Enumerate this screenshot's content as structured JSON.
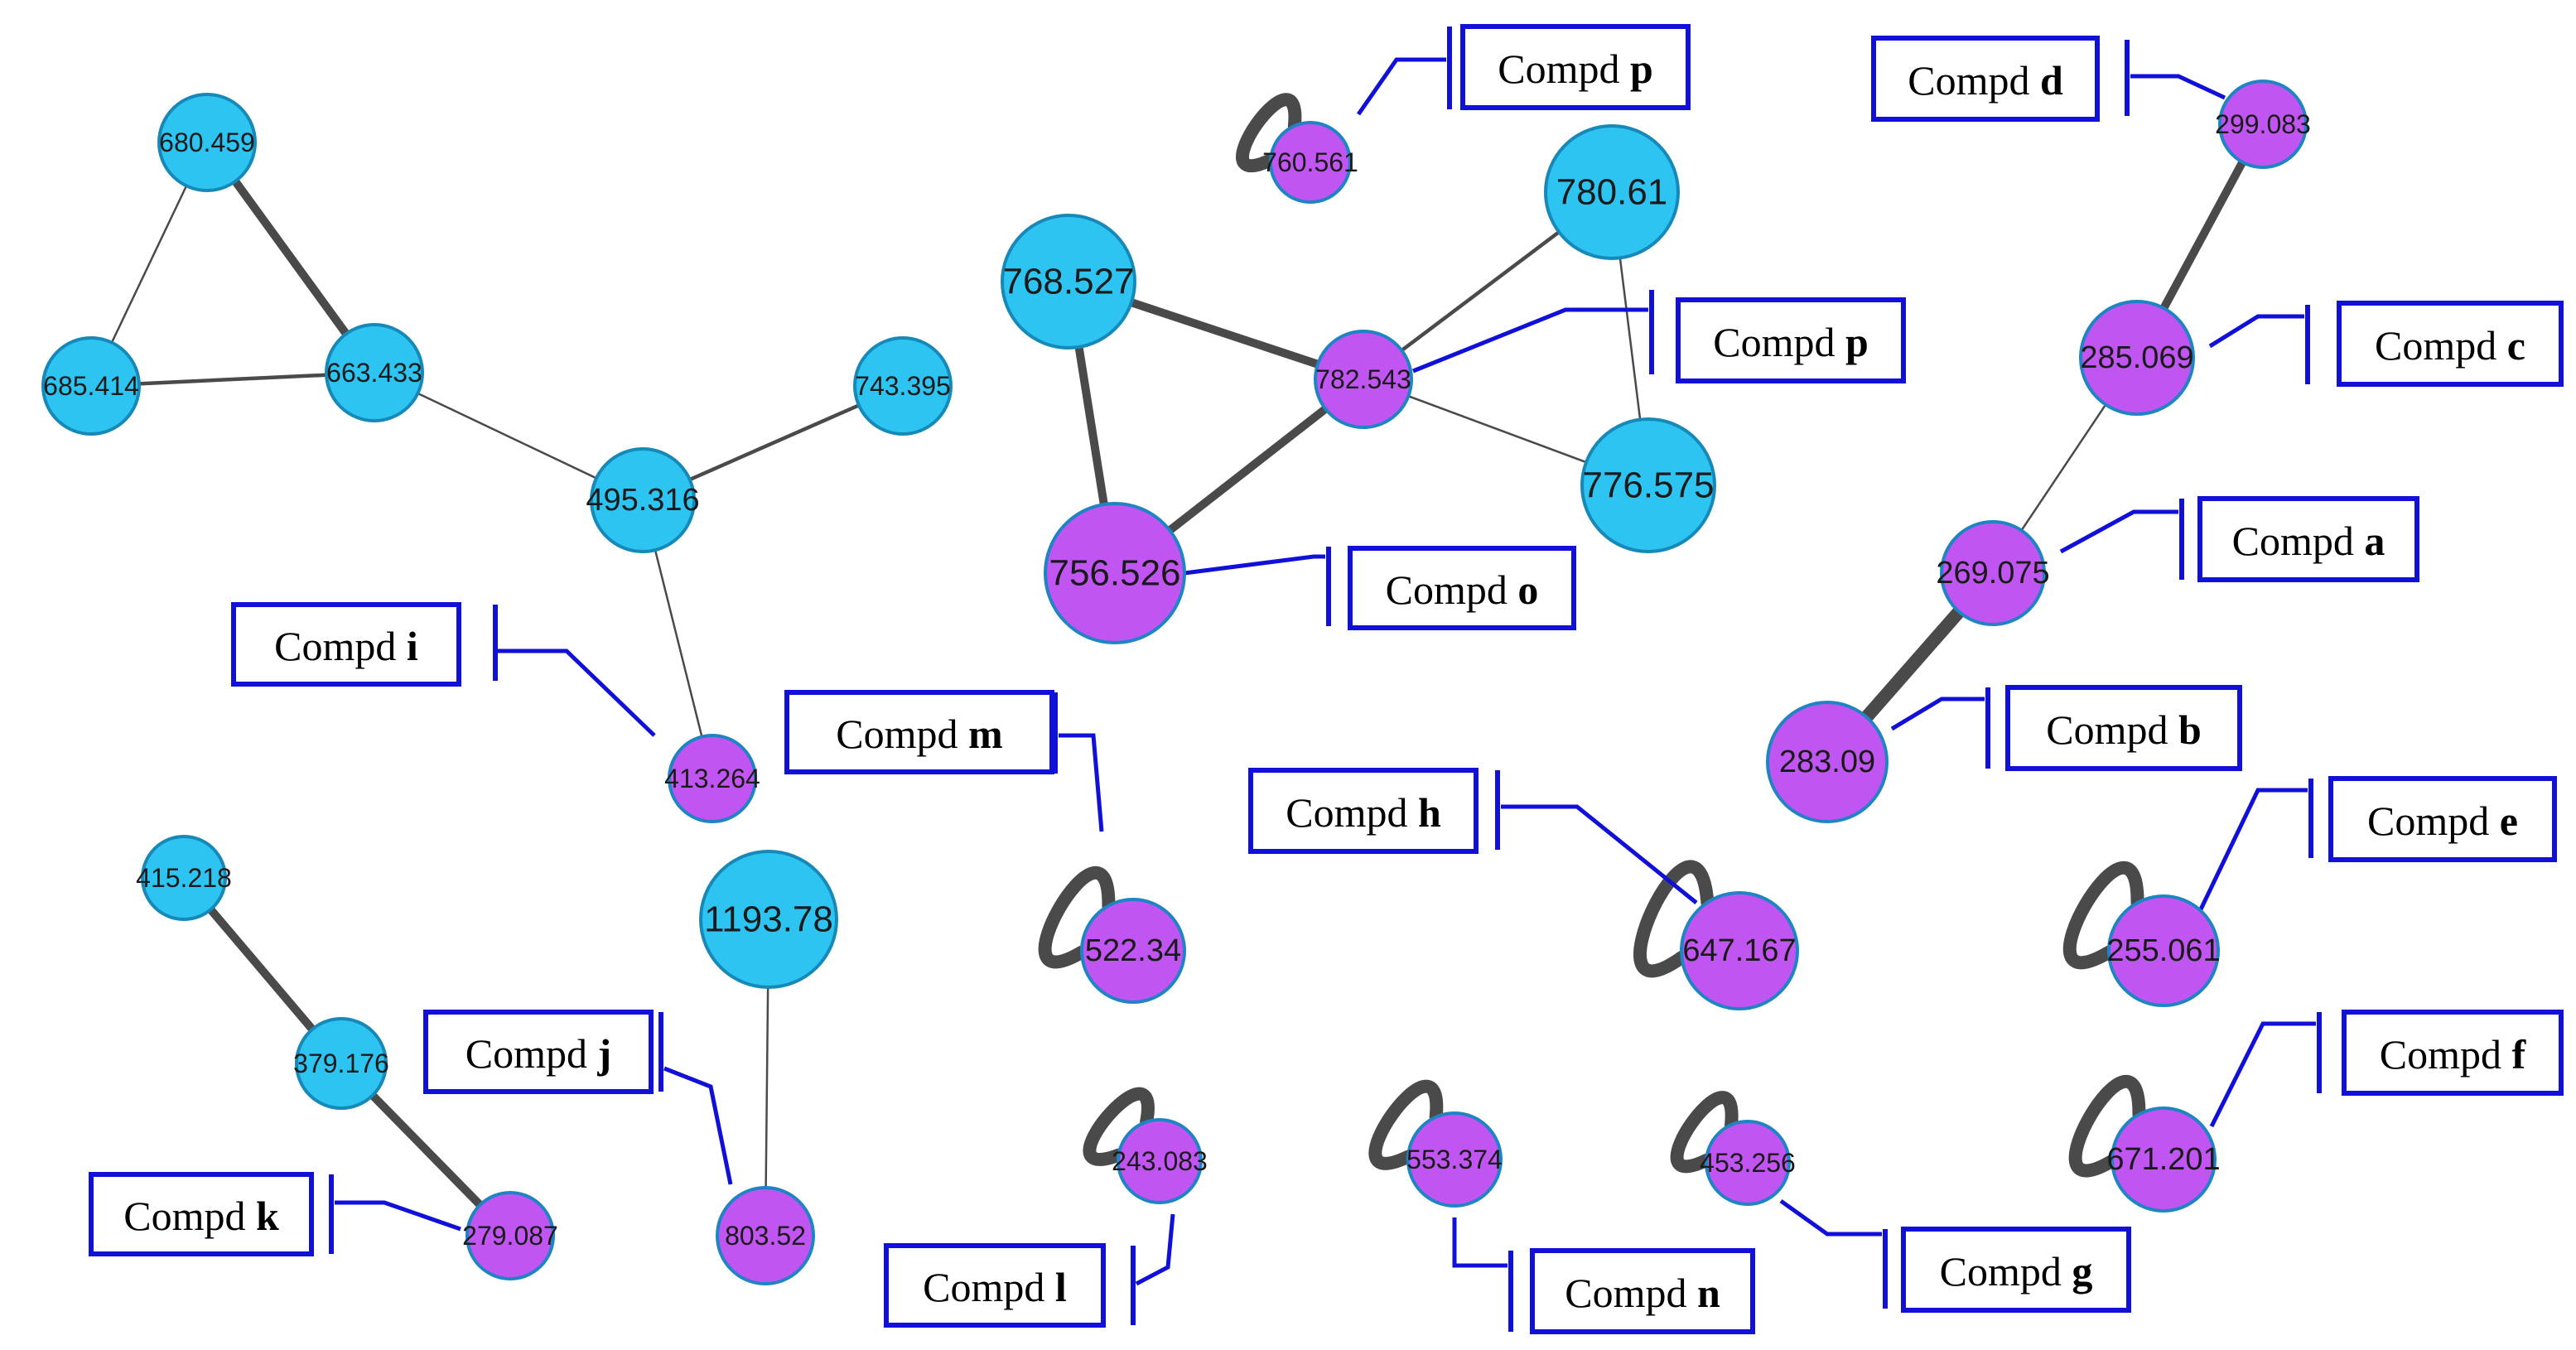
{
  "colors": {
    "blue_node": "#2ec4f1",
    "blue_node_stroke": "#1689b8",
    "purple_node": "#c055f2",
    "purple_node_stroke": "#1e84c4",
    "edge": "#4a4a4a",
    "callout": "#1010d8",
    "box_fill": "#ffffff"
  },
  "node_types": {
    "blue": "precursor ion node (unannotated)",
    "purple": "precursor ion node (annotated compound)"
  },
  "nodes": [
    {
      "id": "n680459",
      "label": "680.459",
      "type": "blue"
    },
    {
      "id": "n685414",
      "label": "685.414",
      "type": "blue"
    },
    {
      "id": "n663433",
      "label": "663.433",
      "type": "blue"
    },
    {
      "id": "n743395",
      "label": "743.395",
      "type": "blue"
    },
    {
      "id": "n495316",
      "label": "495.316",
      "type": "blue"
    },
    {
      "id": "n413264",
      "label": "413.264",
      "type": "purple"
    },
    {
      "id": "n415218",
      "label": "415.218",
      "type": "blue"
    },
    {
      "id": "n379176",
      "label": "379.176",
      "type": "blue"
    },
    {
      "id": "n279087",
      "label": "279.087",
      "type": "purple"
    },
    {
      "id": "n119378",
      "label": "1193.78",
      "type": "blue"
    },
    {
      "id": "n80352",
      "label": "803.52",
      "type": "purple"
    },
    {
      "id": "n760561",
      "label": "760.561",
      "type": "purple"
    },
    {
      "id": "n768527",
      "label": "768.527",
      "type": "blue"
    },
    {
      "id": "n78061",
      "label": "780.61",
      "type": "blue"
    },
    {
      "id": "n782543",
      "label": "782.543",
      "type": "purple"
    },
    {
      "id": "n776575",
      "label": "776.575",
      "type": "blue"
    },
    {
      "id": "n756526",
      "label": "756.526",
      "type": "purple"
    },
    {
      "id": "n52234",
      "label": "522.34",
      "type": "purple"
    },
    {
      "id": "n243083",
      "label": "243.083",
      "type": "purple"
    },
    {
      "id": "n647167",
      "label": "647.167",
      "type": "purple"
    },
    {
      "id": "n553374",
      "label": "553.374",
      "type": "purple"
    },
    {
      "id": "n453256",
      "label": "453.256",
      "type": "purple"
    },
    {
      "id": "n299083",
      "label": "299.083",
      "type": "purple"
    },
    {
      "id": "n285069",
      "label": "285.069",
      "type": "purple"
    },
    {
      "id": "n269075",
      "label": "269.075",
      "type": "purple"
    },
    {
      "id": "n28309",
      "label": "283.09",
      "type": "purple"
    },
    {
      "id": "n255061",
      "label": "255.061",
      "type": "purple"
    },
    {
      "id": "n671201",
      "label": "671.201",
      "type": "purple"
    }
  ],
  "edges": [
    {
      "source": "n680459",
      "target": "n663433",
      "weight": "strong"
    },
    {
      "source": "n680459",
      "target": "n685414",
      "weight": "weak"
    },
    {
      "source": "n685414",
      "target": "n663433",
      "weight": "medium"
    },
    {
      "source": "n663433",
      "target": "n495316",
      "weight": "weak"
    },
    {
      "source": "n743395",
      "target": "n495316",
      "weight": "medium"
    },
    {
      "source": "n495316",
      "target": "n413264",
      "weight": "weak"
    },
    {
      "source": "n415218",
      "target": "n379176",
      "weight": "strong"
    },
    {
      "source": "n379176",
      "target": "n279087",
      "weight": "strong"
    },
    {
      "source": "n119378",
      "target": "n80352",
      "weight": "weak"
    },
    {
      "source": "n768527",
      "target": "n782543",
      "weight": "strong"
    },
    {
      "source": "n768527",
      "target": "n756526",
      "weight": "strong"
    },
    {
      "source": "n756526",
      "target": "n782543",
      "weight": "strong"
    },
    {
      "source": "n78061",
      "target": "n782543",
      "weight": "medium"
    },
    {
      "source": "n78061",
      "target": "n776575",
      "weight": "weak"
    },
    {
      "source": "n782543",
      "target": "n776575",
      "weight": "weak"
    },
    {
      "source": "n299083",
      "target": "n285069",
      "weight": "strong"
    },
    {
      "source": "n285069",
      "target": "n269075",
      "weight": "weak"
    },
    {
      "source": "n269075",
      "target": "n28309",
      "weight": "heavy"
    }
  ],
  "self_loops": [
    "n760561",
    "n52234",
    "n243083",
    "n647167",
    "n553374",
    "n453256",
    "n255061",
    "n671201"
  ],
  "compounds": [
    {
      "id": "c_p1",
      "prefix": "Compd",
      "letter": "p",
      "node": "n760561"
    },
    {
      "id": "c_d",
      "prefix": "Compd",
      "letter": "d",
      "node": "n299083"
    },
    {
      "id": "c_p2",
      "prefix": "Compd",
      "letter": "p",
      "node": "n782543"
    },
    {
      "id": "c_c",
      "prefix": "Compd",
      "letter": "c",
      "node": "n285069"
    },
    {
      "id": "c_a",
      "prefix": "Compd",
      "letter": "a",
      "node": "n269075"
    },
    {
      "id": "c_o",
      "prefix": "Compd",
      "letter": "o",
      "node": "n756526"
    },
    {
      "id": "c_i",
      "prefix": "Compd",
      "letter": "i",
      "node": "n413264"
    },
    {
      "id": "c_m",
      "prefix": "Compd",
      "letter": "m",
      "node": "n52234"
    },
    {
      "id": "c_b",
      "prefix": "Compd",
      "letter": "b",
      "node": "n28309"
    },
    {
      "id": "c_h",
      "prefix": "Compd",
      "letter": "h",
      "node": "n647167"
    },
    {
      "id": "c_e",
      "prefix": "Compd",
      "letter": "e",
      "node": "n255061"
    },
    {
      "id": "c_j",
      "prefix": "Compd",
      "letter": "j",
      "node": "n80352"
    },
    {
      "id": "c_f",
      "prefix": "Compd",
      "letter": "f",
      "node": "n671201"
    },
    {
      "id": "c_k",
      "prefix": "Compd",
      "letter": "k",
      "node": "n279087"
    },
    {
      "id": "c_g",
      "prefix": "Compd",
      "letter": "g",
      "node": "n453256"
    },
    {
      "id": "c_l",
      "prefix": "Compd",
      "letter": "l",
      "node": "n243083"
    },
    {
      "id": "c_n",
      "prefix": "Compd",
      "letter": "n",
      "node": "n553374"
    }
  ]
}
